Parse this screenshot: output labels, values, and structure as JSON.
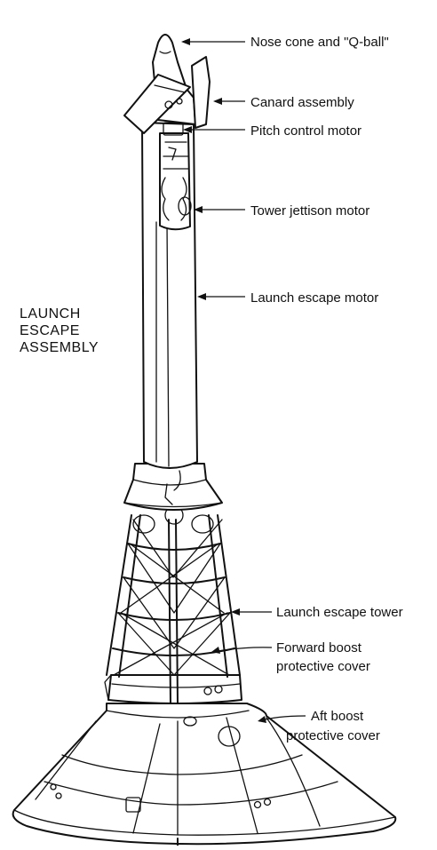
{
  "title_lines": [
    "LAUNCH",
    "ESCAPE",
    "ASSEMBLY"
  ],
  "callouts": {
    "nose_cone": "Nose cone and \"Q-ball\"",
    "canard": "Canard assembly",
    "pitch_motor": "Pitch control motor",
    "jettison_motor": "Tower jettison motor",
    "escape_motor": "Launch escape motor",
    "escape_tower": "Launch escape tower",
    "forward_cover": [
      "Forward boost",
      "protective cover"
    ],
    "aft_cover": [
      "Aft boost",
      "protective cover"
    ]
  }
}
